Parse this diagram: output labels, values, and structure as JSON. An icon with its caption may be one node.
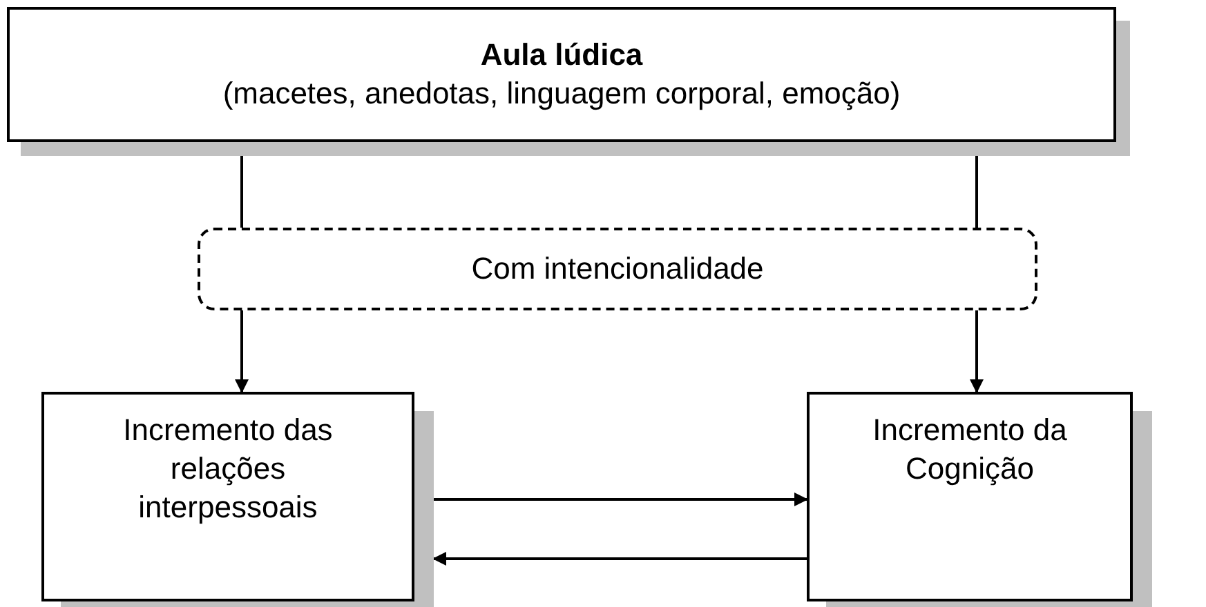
{
  "diagram": {
    "nodes": [
      {
        "text": [
          "Aula lúdica",
          "(macetes, anedotas, linguagem corporal, emoção)"
        ]
      },
      {
        "text": [
          "Com intencionalidade"
        ]
      },
      {
        "text": [
          "Incremento das relações interpessoais"
        ]
      },
      {
        "text": [
          "Incremento da Cognição"
        ]
      }
    ],
    "edges": [
      {
        "from": 0,
        "to": 1,
        "arrow": "none"
      },
      {
        "from": 1,
        "to": 2,
        "arrow": "to"
      },
      {
        "from": 0,
        "to": 1,
        "arrow": "none"
      },
      {
        "from": 1,
        "to": 3,
        "arrow": "to"
      },
      {
        "from": 2,
        "to": 3,
        "arrow": "to"
      },
      {
        "from": 3,
        "to": 2,
        "arrow": "to"
      }
    ]
  }
}
